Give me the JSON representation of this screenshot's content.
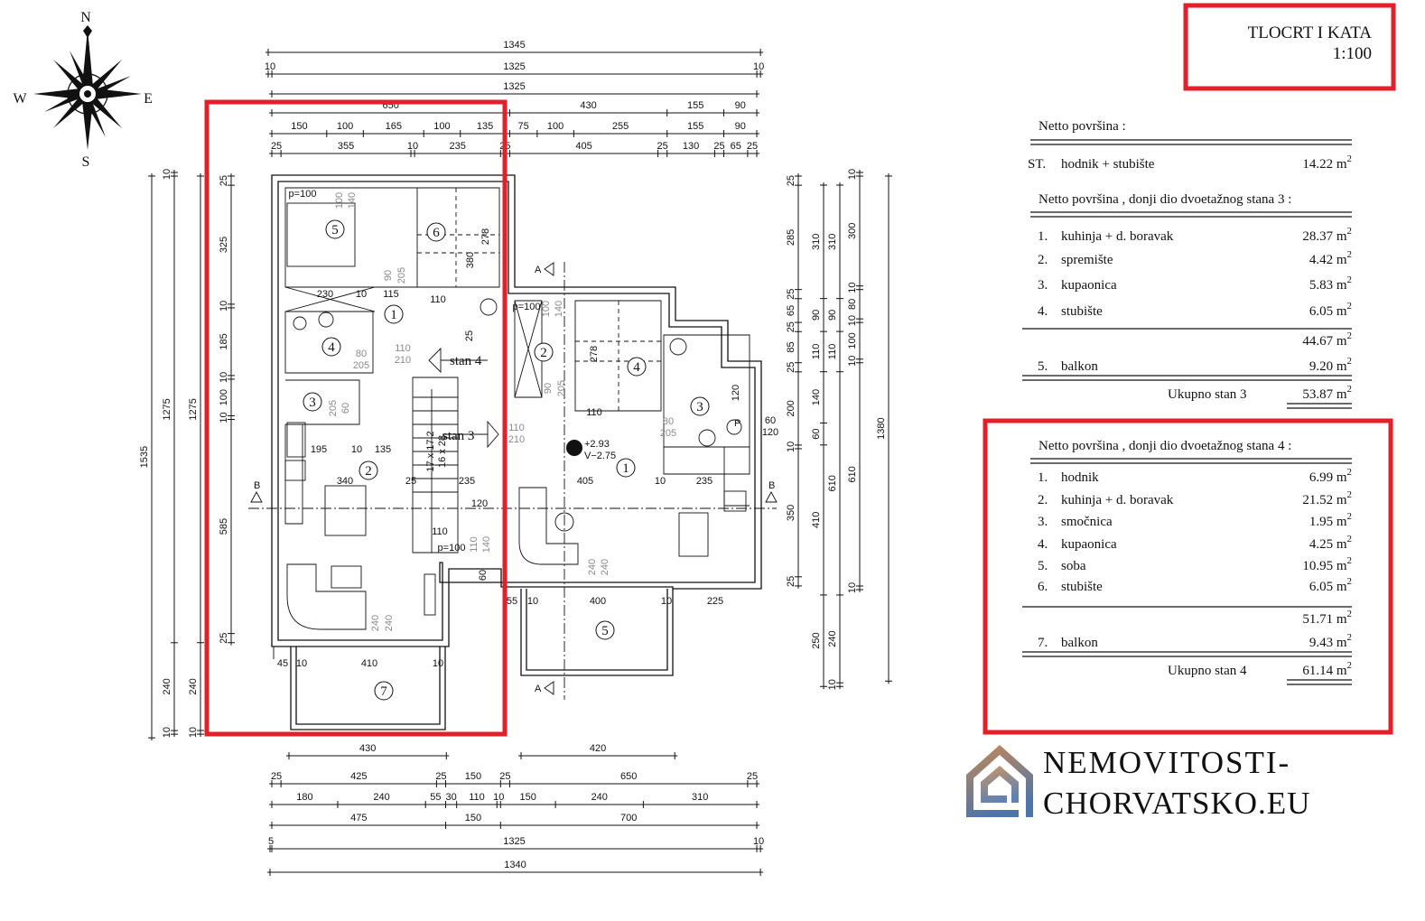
{
  "title": {
    "line1": "TLOCRT  I  KATA",
    "line2": "1:100"
  },
  "compass": {
    "n": "N",
    "s": "S",
    "e": "E",
    "w": "W"
  },
  "colors": {
    "frame": "#e3202a",
    "logo_top": "#c58a55",
    "logo_bottom": "#4f74a8"
  },
  "logo": {
    "line1": "NEMOVITOSTI-",
    "line2": "CHORVATSKO.EU"
  },
  "dimensions": {
    "top": [
      [
        1345
      ],
      [
        10,
        1325,
        10
      ],
      [
        1325
      ],
      [
        650,
        430,
        155,
        90
      ],
      [
        150,
        100,
        165,
        100,
        135,
        75,
        100,
        255,
        155,
        90
      ],
      [
        25,
        355,
        10,
        235,
        25,
        405,
        25,
        130,
        25,
        65,
        25
      ]
    ],
    "bottom_short": [
      [
        430
      ],
      [
        420
      ]
    ],
    "bottom": [
      [
        25,
        425,
        25,
        150,
        25,
        650,
        25
      ],
      [
        180,
        240,
        55,
        30,
        110,
        10,
        150,
        240,
        310
      ],
      [
        475,
        150,
        700
      ],
      [
        5,
        1325,
        10
      ],
      [
        1340
      ]
    ],
    "left": [
      [
        1535
      ],
      [
        10,
        1275,
        240,
        10
      ],
      [
        1275,
        240,
        10
      ],
      [
        25,
        325,
        10,
        185,
        10,
        100,
        10,
        585,
        25
      ]
    ],
    "right": [
      [
        25,
        285,
        25,
        65,
        25,
        85,
        25,
        200,
        10,
        350,
        25
      ],
      [
        310,
        90,
        110,
        140,
        60,
        410,
        250
      ],
      [
        310,
        90,
        110,
        610,
        240,
        10
      ],
      [
        10,
        300,
        10,
        80,
        10,
        100,
        10,
        610,
        10
      ],
      [
        1380
      ]
    ]
  },
  "plan": {
    "section_a": "A",
    "section_b": "B",
    "stan4_label": "stan 4",
    "stan3_label": "stan 3",
    "rooms_left": [
      "5",
      "6",
      "1",
      "4",
      "3",
      "2",
      "7"
    ],
    "rooms_right": [
      "2",
      "4",
      "3",
      "1",
      "5"
    ],
    "level_plus": "+2.93",
    "level_v": "V−2.75",
    "notes": [
      "p=100",
      "100",
      "140",
      "90",
      "205",
      "278",
      "380",
      "230",
      "10",
      "115",
      "110",
      "25",
      "80",
      "205",
      "110",
      "210",
      "205",
      "60",
      "17 x 17.2",
      "16 x 28",
      "195",
      "10",
      "135",
      "340",
      "25",
      "235",
      "120",
      "110",
      "p=100",
      "110",
      "140",
      "60",
      "240",
      "240",
      "45",
      "10",
      "410",
      "10"
    ],
    "notes_right": [
      "p=100",
      "100",
      "140",
      "90",
      "205",
      "278",
      "110",
      "110",
      "210",
      "80",
      "205",
      "120",
      "60",
      "120",
      "405",
      "10",
      "235",
      "240",
      "240",
      "55",
      "10",
      "400",
      "10",
      "225"
    ]
  },
  "stairs_info": {
    "p": "P"
  },
  "areas": {
    "unit_m": "m",
    "unit_exp": "2",
    "common": {
      "heading": "Netto površina :",
      "code": "ST.",
      "name": "hodnik + stubište",
      "value": "14.22"
    },
    "stan3": {
      "heading": "Netto površina , donji dio dvoetažnog stana 3 :",
      "rows": [
        {
          "no": "1.",
          "name": "kuhinja + d. boravak",
          "value": "28.37"
        },
        {
          "no": "2.",
          "name": "spremište",
          "value": "4.42"
        },
        {
          "no": "3.",
          "name": "kupaonica",
          "value": "5.83"
        },
        {
          "no": "4.",
          "name": "stubište",
          "value": "6.05"
        }
      ],
      "subtotal": "44.67",
      "balcony": {
        "no": "5.",
        "name": "balkon",
        "value": "9.20"
      },
      "total_label": "Ukupno stan 3",
      "total": "53.87"
    },
    "stan4": {
      "heading": "Netto površina , donji dio dvoetažnog stana  4 :",
      "rows": [
        {
          "no": "1.",
          "name": "hodnik",
          "value": "6.99"
        },
        {
          "no": "2.",
          "name": "kuhinja + d. boravak",
          "value": "21.52"
        },
        {
          "no": "3.",
          "name": "smočnica",
          "value": "1.95"
        },
        {
          "no": "4.",
          "name": "kupaonica",
          "value": "4.25"
        },
        {
          "no": "5.",
          "name": "soba",
          "value": "10.95"
        },
        {
          "no": "6.",
          "name": "stubište",
          "value": "6.05"
        }
      ],
      "subtotal": "51.71",
      "balcony": {
        "no": "7.",
        "name": "balkon",
        "value": "9.43"
      },
      "total_label": "Ukupno stan 4",
      "total": "61.14"
    }
  }
}
